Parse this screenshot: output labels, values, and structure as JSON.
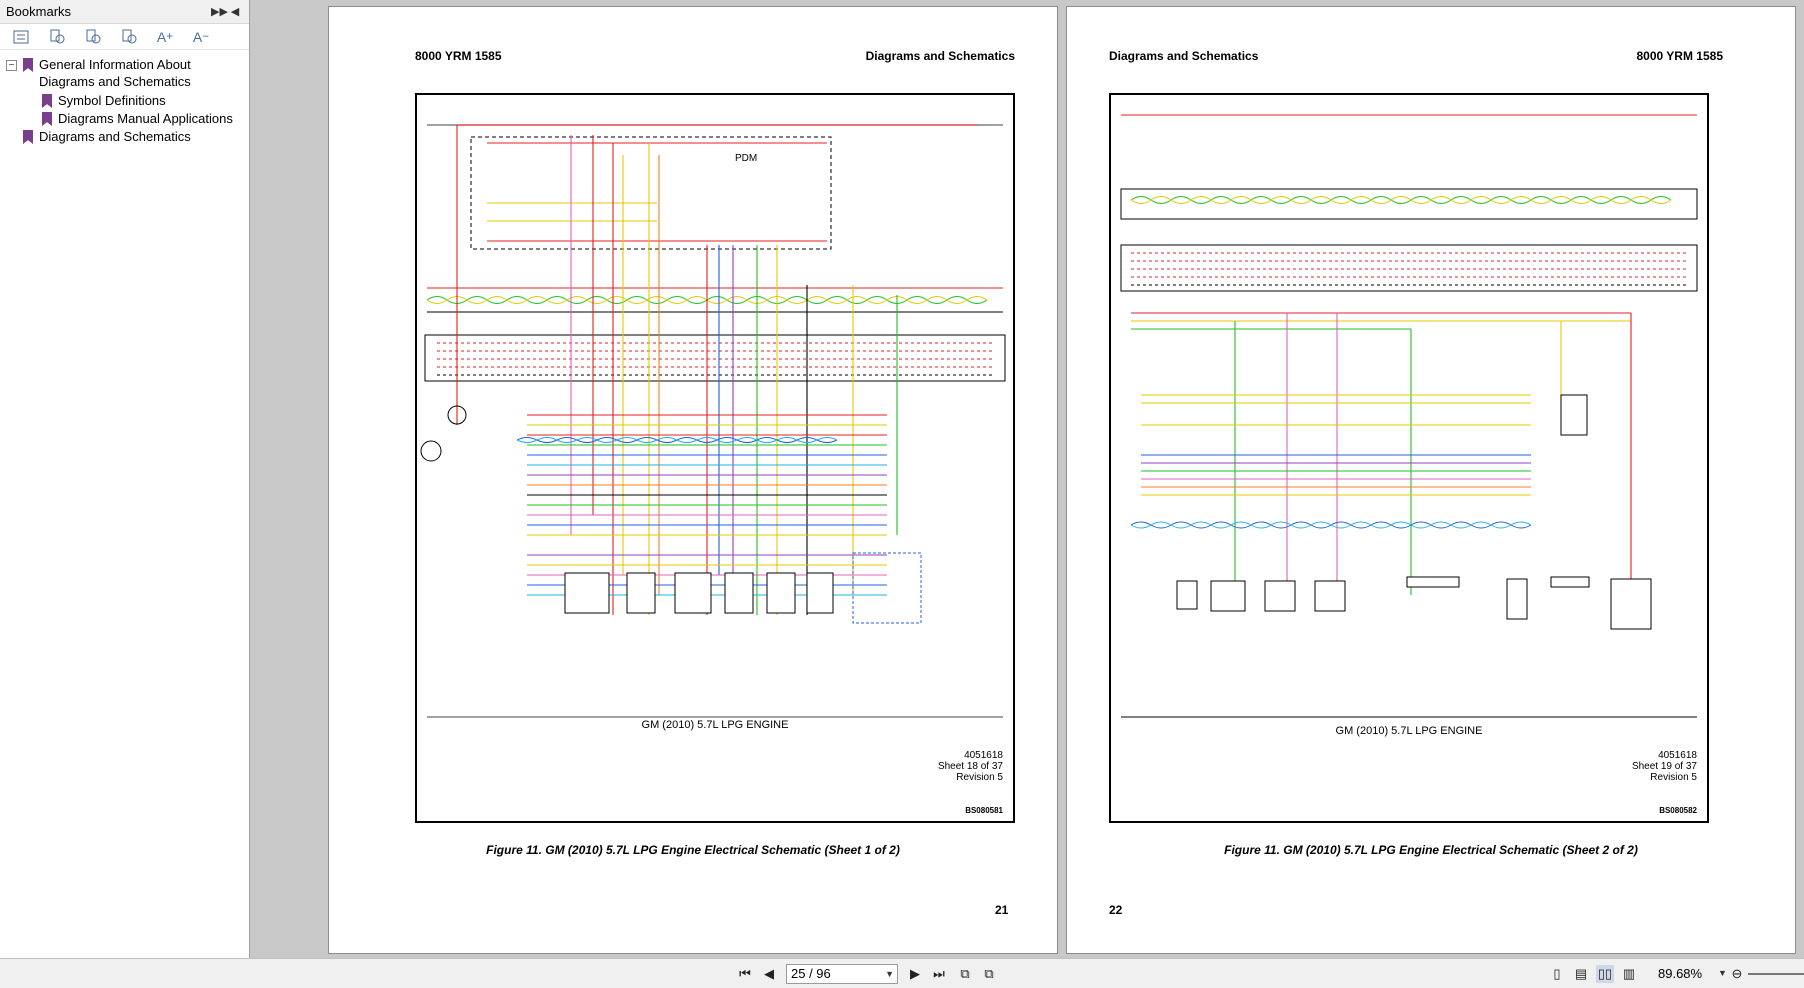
{
  "bookmarks": {
    "title": "Bookmarks",
    "items": [
      {
        "label": "General Information About Diagrams and Schematics"
      },
      {
        "label": "Symbol Definitions"
      },
      {
        "label": "Diagrams Manual Applications"
      },
      {
        "label": "Diagrams and Schematics"
      }
    ],
    "toolbar_icons": [
      "options-icon",
      "expand-bookmark-icon",
      "new-bookmark-icon",
      "delete-bookmark-icon",
      "increase-text-size-icon",
      "decrease-text-size-icon"
    ]
  },
  "pages": [
    {
      "header_left": "8000 YRM 1585",
      "header_right": "Diagrams and Schematics",
      "engine_title": "GM (2010) 5.7L LPG ENGINE",
      "doc_number": "4051618",
      "sheet": "Sheet 18 of 37",
      "revision": "Revision 5",
      "bs_code": "BS080581",
      "pdm_label": "PDM",
      "caption": "Figure 11. GM (2010) 5.7L LPG Engine Electrical Schematic (Sheet 1 of 2)",
      "page_number": "21"
    },
    {
      "header_left": "Diagrams and Schematics",
      "header_right": "8000 YRM 1585",
      "engine_title": "GM (2010) 5.7L LPG ENGINE",
      "doc_number": "4051618",
      "sheet": "Sheet 19 of 37",
      "revision": "Revision 5",
      "bs_code": "BS080582",
      "caption": "Figure 11. GM (2010) 5.7L LPG Engine Electrical Schematic (Sheet 2 of 2)",
      "page_number": "22"
    }
  ],
  "statusbar": {
    "page_value": "25 / 96",
    "zoom": "89.68%"
  },
  "colors": {
    "red": "#e02020",
    "pink": "#e060c0",
    "yellow": "#e8c800",
    "green": "#20c020",
    "blue": "#2060e0",
    "cyan": "#20b0e0",
    "orange": "#f08020",
    "purple": "#9040c0"
  }
}
